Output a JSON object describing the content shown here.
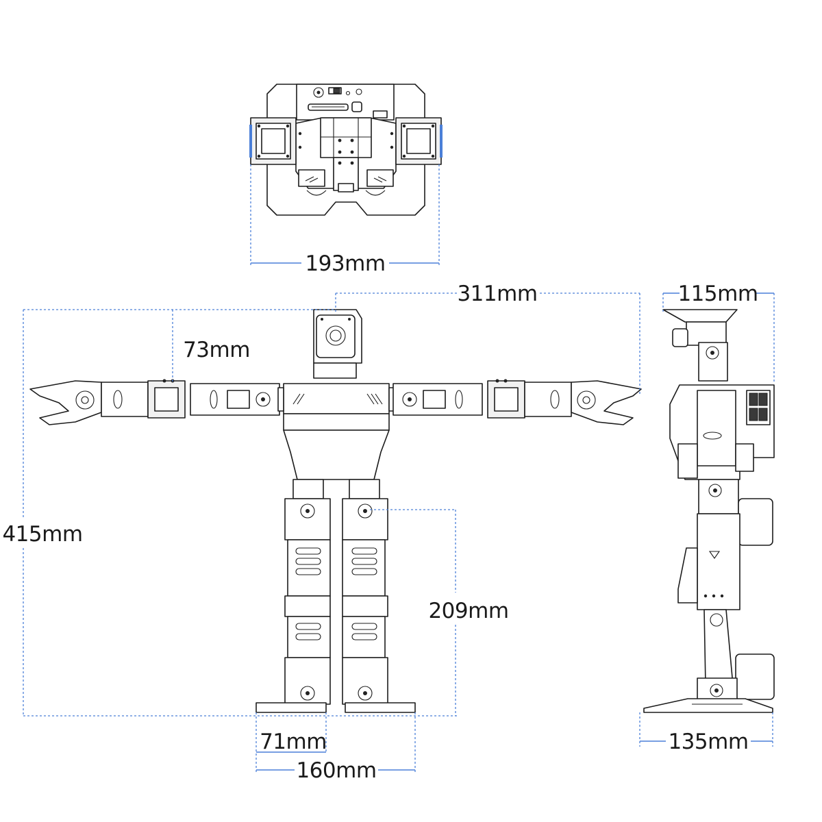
{
  "dimensions": {
    "top_width": "193mm",
    "front_armspan": "311mm",
    "shoulder_to_head": "73mm",
    "total_height": "415mm",
    "leg_height": "209mm",
    "foot_width": "71mm",
    "stance_width": "160mm",
    "side_depth_top": "115mm",
    "side_foot_length": "135mm"
  },
  "colors": {
    "dimension_line": "#4a7fd8",
    "outline": "#1c1c1c",
    "label": "#1a1a1a"
  }
}
